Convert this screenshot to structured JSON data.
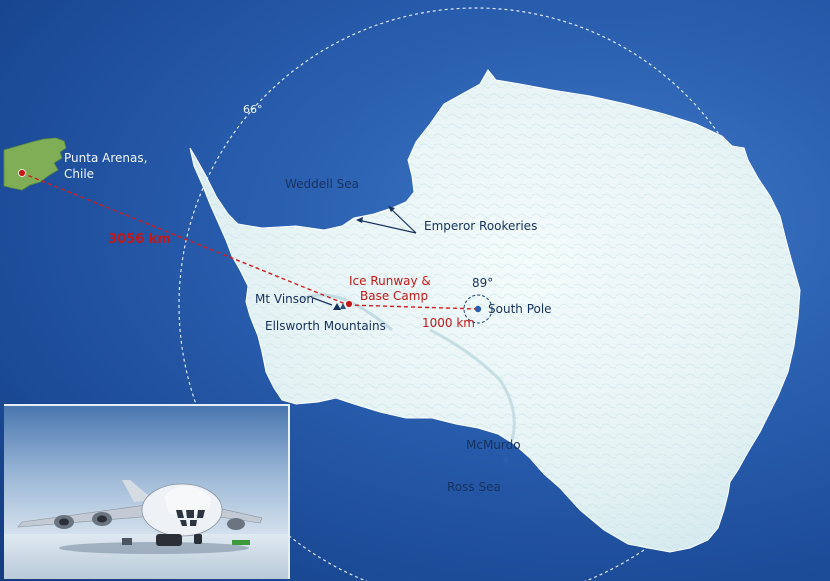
{
  "map": {
    "labels": {
      "punta_arenas": "Punta Arenas,",
      "punta_arenas_country": "Chile",
      "latitude_66": "66°",
      "weddell_sea": "Weddell Sea",
      "emperor_rookeries": "Emperor Rookeries",
      "ice_runway_line1": "Ice Runway &",
      "ice_runway_line2": "Base Camp",
      "latitude_89": "89°",
      "south_pole": "South Pole",
      "mt_vinson": "Mt Vinson",
      "ellsworth_mountains": "Ellsworth Mountains",
      "mcmurdo": "McMurdo",
      "ross_sea": "Ross Sea"
    },
    "distances": {
      "punta_to_camp": "3056 km",
      "camp_to_pole": "1000 km"
    },
    "colors": {
      "ocean": "#2a5fb0",
      "ice": "#eef7f8",
      "route": "#d21c1c",
      "label_dark": "#17325e",
      "label_red": "#c41818",
      "land_green": "#7fae57"
    },
    "photo": {
      "subject": "cargo-jet-on-ice-runway"
    }
  }
}
